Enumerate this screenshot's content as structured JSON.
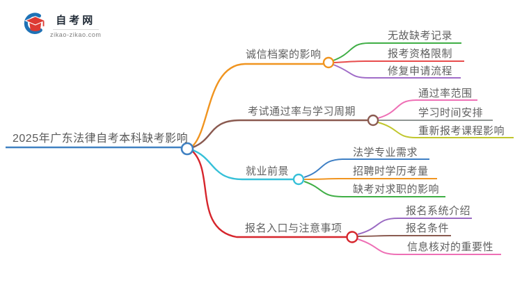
{
  "logo": {
    "site_name": "自考网",
    "site_url": "zikao-zikao.com",
    "brand_red": "#dd3a33",
    "brand_blue": "#1e72b6"
  },
  "mindmap": {
    "root": {
      "label": "2025年广东法律自考本科缺考影响",
      "color": "#4081c2"
    },
    "branches": [
      {
        "label": "诚信档案的影响",
        "color": "#f0941f",
        "children": [
          {
            "label": "无故缺考记录",
            "color": "#3fae45"
          },
          {
            "label": "报考资格限制",
            "color": "#e84c4c"
          },
          {
            "label": "修复申请流程",
            "color": "#a06cc8"
          }
        ]
      },
      {
        "label": "考试通过率与学习周期",
        "color": "#8a5a50",
        "children": [
          {
            "label": "通过率范围",
            "color": "#ee6fb5"
          },
          {
            "label": "学习时间安排",
            "color": "#8f9694"
          },
          {
            "label": "重新报考课程影响",
            "color": "#c0c62c"
          }
        ]
      },
      {
        "label": "就业前景",
        "color": "#35c0d8",
        "children": [
          {
            "label": "法学专业需求",
            "color": "#3e7fc4"
          },
          {
            "label": "招聘时学历考量",
            "color": "#f0941f"
          },
          {
            "label": "缺考对求职的影响",
            "color": "#3fae45"
          }
        ]
      },
      {
        "label": "报名入口与注意事项",
        "color": "#d6252c",
        "children": [
          {
            "label": "报名系统介绍",
            "color": "#9a6ac2"
          },
          {
            "label": "报名条件",
            "color": "#8a5a50"
          },
          {
            "label": "信息核对的重要性",
            "color": "#ee6fb5"
          }
        ]
      }
    ]
  }
}
